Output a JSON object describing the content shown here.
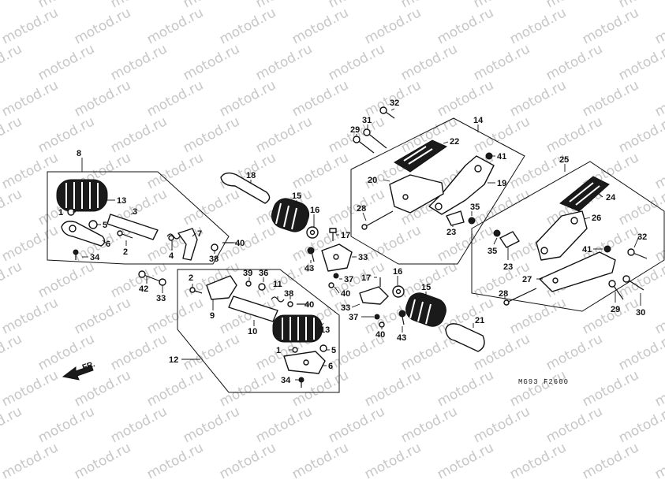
{
  "watermark": "motod.ru",
  "diagram_code": "MG93 F2600",
  "direction_label": "FR.",
  "colors": {
    "background": "#ffffff",
    "ink": "#111111",
    "watermark": "#c7c7c7"
  },
  "callouts": [
    "1",
    "2",
    "3",
    "4",
    "5",
    "6",
    "7",
    "8",
    "9",
    "10",
    "11",
    "12",
    "13",
    "14",
    "15",
    "16",
    "17",
    "18",
    "19",
    "20",
    "21",
    "22",
    "23",
    "24",
    "25",
    "26",
    "27",
    "28",
    "29",
    "30",
    "31",
    "32",
    "33",
    "34",
    "35",
    "36",
    "37",
    "38",
    "39",
    "40",
    "41",
    "42",
    "43"
  ]
}
